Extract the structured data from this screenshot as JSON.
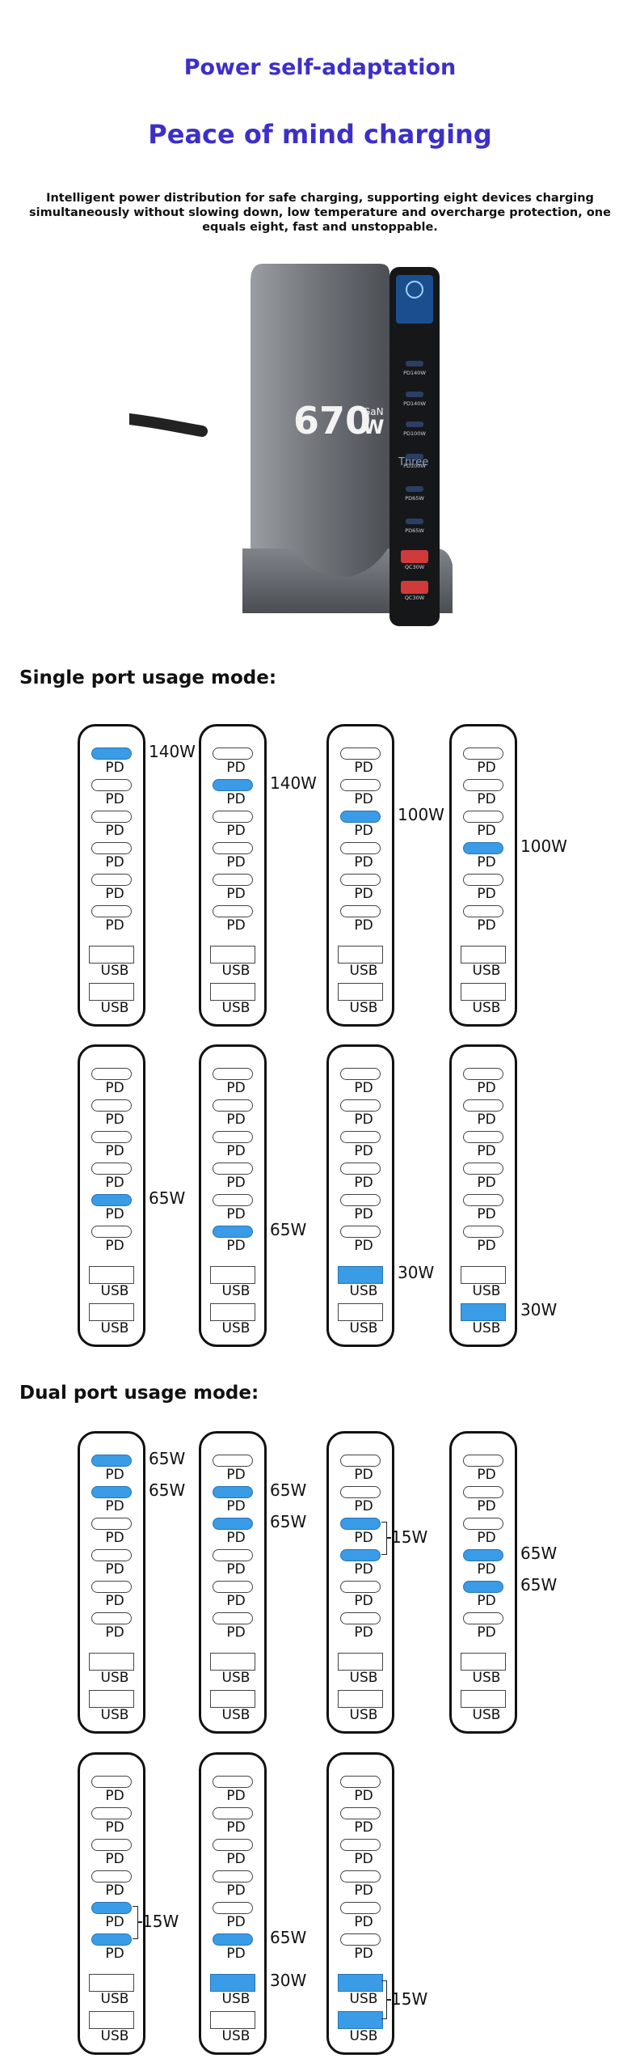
{
  "hero": {
    "title": "Power self-adaptation",
    "subtitle": "Peace of mind charging",
    "description": "Intelligent power distribution for safe charging, supporting eight devices charging simultaneously without slowing down, low temperature and overcharge protection, one equals eight, fast and unstoppable."
  },
  "product": {
    "power_label": "670",
    "gan_label": "GaN",
    "unit": "W",
    "display_word": "Three",
    "port_labels": [
      "PD140W",
      "PD140W",
      "PD100W",
      "PD100W",
      "PD65W",
      "PD65W",
      "QC30W",
      "QC30W"
    ]
  },
  "labels": {
    "pd": "PD",
    "usb": "USB"
  },
  "colors": {
    "accent": "#3d2fc9",
    "active_port": "#3a9be6"
  },
  "single_mode": {
    "heading": "Single port usage mode:",
    "diagrams": [
      {
        "active": [
          0
        ],
        "watts": [
          {
            "at": 0,
            "text": "140W"
          }
        ]
      },
      {
        "active": [
          1
        ],
        "watts": [
          {
            "at": 1,
            "text": "140W"
          }
        ]
      },
      {
        "active": [
          2
        ],
        "watts": [
          {
            "at": 2,
            "text": "100W"
          }
        ]
      },
      {
        "active": [
          3
        ],
        "watts": [
          {
            "at": 3,
            "text": "100W"
          }
        ]
      },
      {
        "active": [
          4
        ],
        "watts": [
          {
            "at": 4,
            "text": "65W"
          }
        ]
      },
      {
        "active": [
          5
        ],
        "watts": [
          {
            "at": 5,
            "text": "65W"
          }
        ]
      },
      {
        "active": [
          6
        ],
        "watts": [
          {
            "at": 6,
            "text": "30W"
          }
        ]
      },
      {
        "active": [
          7
        ],
        "watts": [
          {
            "at": 7,
            "text": "30W"
          }
        ]
      }
    ]
  },
  "dual_mode": {
    "heading": "Dual port usage mode:",
    "diagrams": [
      {
        "active": [
          0,
          1
        ],
        "watts": [
          {
            "at": 0,
            "text": "65W"
          },
          {
            "at": 1,
            "text": "65W"
          }
        ]
      },
      {
        "active": [
          1,
          2
        ],
        "watts": [
          {
            "at": 1,
            "text": "65W"
          },
          {
            "at": 2,
            "text": "65W"
          }
        ]
      },
      {
        "active": [
          2,
          3
        ],
        "watts": [
          {
            "bracket": [
              2,
              3
            ],
            "text": "15W"
          }
        ]
      },
      {
        "active": [
          3,
          4
        ],
        "watts": [
          {
            "at": 3,
            "text": "65W"
          },
          {
            "at": 4,
            "text": "65W"
          }
        ]
      },
      {
        "active": [
          4,
          5
        ],
        "watts": [
          {
            "bracket": [
              4,
              5
            ],
            "text": "15W"
          }
        ]
      },
      {
        "active": [
          5,
          6
        ],
        "watts": [
          {
            "at": 5,
            "text": "65W"
          },
          {
            "at": 6,
            "text": "30W"
          }
        ]
      },
      {
        "active": [
          6,
          7
        ],
        "watts": [
          {
            "bracket": [
              6,
              7
            ],
            "text": "15W"
          }
        ]
      }
    ]
  }
}
